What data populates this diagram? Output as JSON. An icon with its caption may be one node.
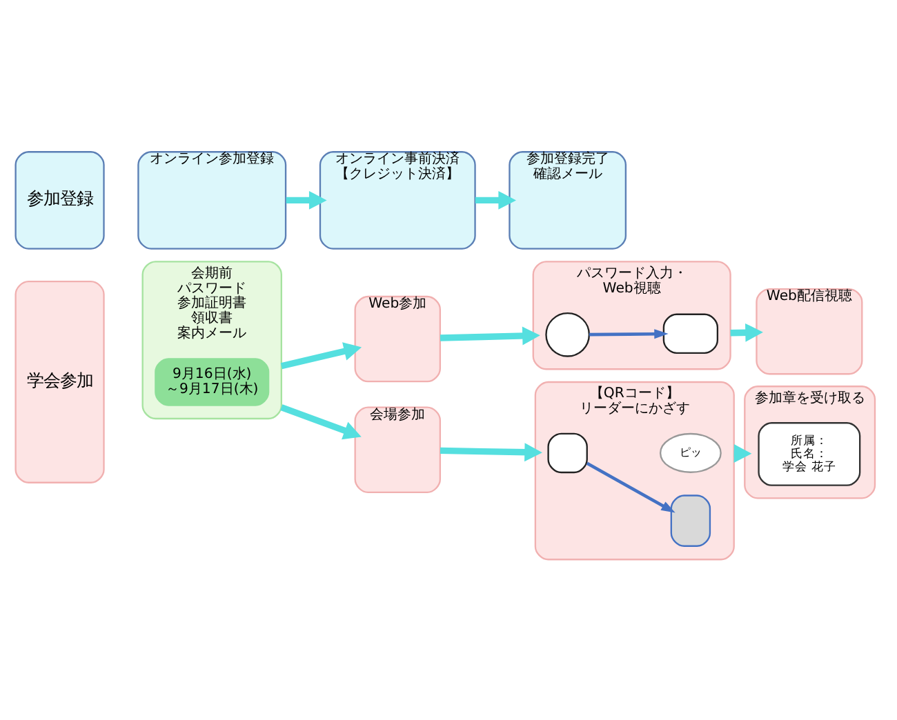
{
  "diagram": {
    "nodes": [
      {
        "text": [
          "参加登録"
        ]
      },
      {
        "text": [
          "オンライン参加登録"
        ]
      },
      {
        "text": [
          "オンライン事前決済【クレジット決済】"
        ]
      },
      {
        "text": [
          "参加登録完了確認メール"
        ]
      },
      {
        "text": [
          "学会参加"
        ]
      },
      {
        "text": [
          "会期前",
          "パスワード",
          "参加証明書",
          "領収書",
          "案内メール"
        ]
      },
      {
        "text": [
          "9月16日(水)～9月17日(木)"
        ],
        "in": 5
      },
      {
        "text": [
          "Web参加"
        ]
      },
      {
        "text": [
          "パスワード入力・Web視聴"
        ]
      },
      {
        "text": [],
        "shape": "circle",
        "in": 8
      },
      {
        "text": [],
        "shape": "box",
        "in": 8
      },
      {
        "text": [
          "Web配信視聴"
        ]
      },
      {
        "text": [
          "会場参加"
        ]
      },
      {
        "text": [
          "【QRコード】リーダーにかざす"
        ]
      },
      {
        "text": [],
        "shape": "box",
        "in": 13
      },
      {
        "text": [],
        "shape": "box",
        "in": 13
      },
      {
        "text": [
          "ピッ"
        ],
        "in": 13
      },
      {
        "text": [
          "参加章を受け取る"
        ]
      },
      {
        "text": [
          "所属：",
          "氏名：",
          "学会 花子"
        ],
        "in": 17
      }
    ],
    "edges": [
      {
        "from": 1,
        "to": 2,
        "arrow": "to"
      },
      {
        "from": 2,
        "to": 3,
        "arrow": "to"
      },
      {
        "from": 5,
        "to": 7,
        "arrow": "to"
      },
      {
        "from": 7,
        "to": 8,
        "arrow": "to"
      },
      {
        "from": 9,
        "to": 10,
        "arrow": "to",
        "color": "#4472c4"
      },
      {
        "from": 8,
        "to": 11,
        "arrow": "to"
      },
      {
        "from": 5,
        "to": 12,
        "arrow": "to"
      },
      {
        "from": 12,
        "to": 13,
        "arrow": "to"
      },
      {
        "from": 14,
        "to": 15,
        "arrow": "to",
        "color": "#4472c4"
      },
      {
        "from": 13,
        "to": 17,
        "arrow": "to"
      }
    ]
  }
}
